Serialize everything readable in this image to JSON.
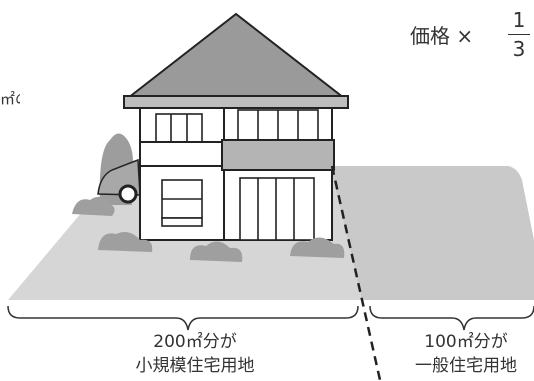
{
  "formula": {
    "label": "価格 ×",
    "numerator": "1",
    "denominator": "3"
  },
  "left_fragment": "㎡の",
  "small_lot": {
    "area": "200㎡分が",
    "type": "小規模住宅用地"
  },
  "general_lot": {
    "area": "100㎡分が",
    "type": "一般住宅用地"
  },
  "colors": {
    "ground": "#d2d2d2",
    "ground_shadow": "#b7b7b7",
    "roof": "#9a9a9a",
    "wall": "#ffffff",
    "shrub": "#9f9f9f",
    "outline": "#222222"
  }
}
